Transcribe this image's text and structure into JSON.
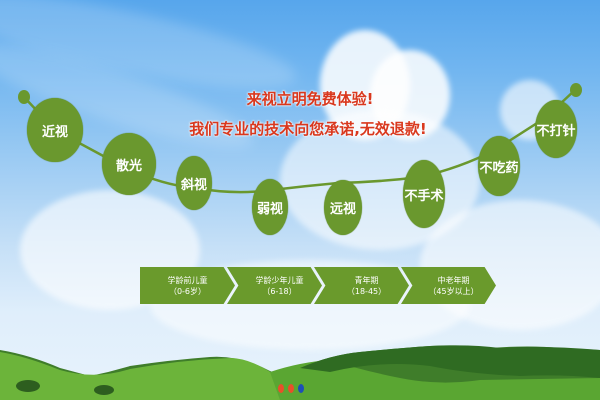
{
  "headline": {
    "line1": "来视立明免费体验!",
    "line2": "我们专业的技术向您承诺,无效退款!",
    "color": "#d9381e"
  },
  "nodes": [
    {
      "label": "近视"
    },
    {
      "label": "散光"
    },
    {
      "label": "斜视"
    },
    {
      "label": "弱视"
    },
    {
      "label": "远视"
    },
    {
      "label": "不手术"
    },
    {
      "label": "不吃药"
    },
    {
      "label": "不打针"
    }
  ],
  "stages": [
    {
      "name": "学龄前儿童",
      "range": "（0-6岁）"
    },
    {
      "name": "学龄少年儿童",
      "range": "（6-18）"
    },
    {
      "name": "青年期",
      "range": "（18-45）"
    },
    {
      "name": "中老年期",
      "range": "（45岁以上）"
    }
  ],
  "slider": {
    "dots": [
      {
        "color": "#e8502a",
        "active": false
      },
      {
        "color": "#e8502a",
        "active": false
      },
      {
        "color": "#1d4fb8",
        "active": true
      }
    ]
  },
  "colors": {
    "node_green": "#6a982e",
    "stage_green": "#6a9a2c"
  }
}
